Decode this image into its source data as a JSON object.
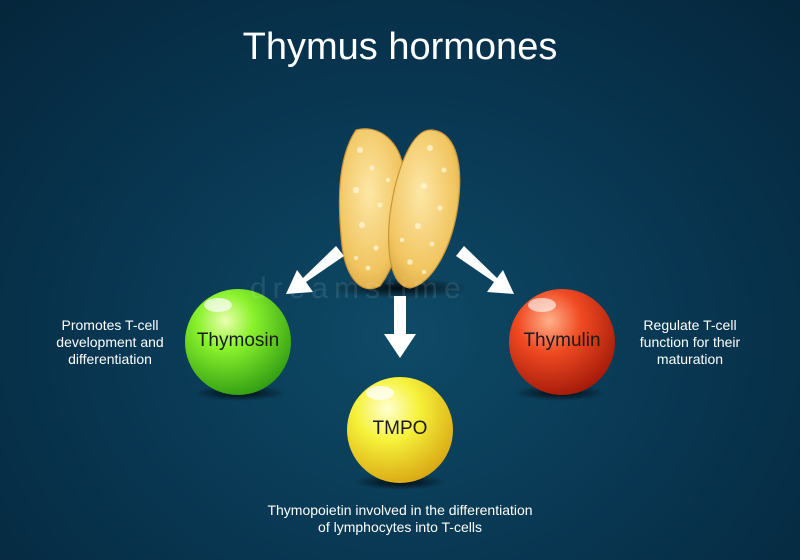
{
  "title": "Thymus hormones",
  "watermark": "dreamstime",
  "hormones": {
    "thymosin": {
      "label": "Thymosin",
      "description_lines": [
        "Promotes T-cell",
        "development and",
        "differentiation"
      ],
      "color": "#7ef02a"
    },
    "tmpo": {
      "label": "TMPO",
      "description_lines": [
        "Thymopoietin involved in the differentiation",
        "of lymphocytes into T-cells"
      ],
      "color": "#f4f02a"
    },
    "thymulin": {
      "label": "Thymulin",
      "description_lines": [
        "Regulate T-cell",
        "function for their",
        "maturation"
      ],
      "color": "#f0472a"
    }
  },
  "colors": {
    "background": "#083550",
    "thymus": "#f2c96a",
    "arrow": "#ffffff"
  }
}
